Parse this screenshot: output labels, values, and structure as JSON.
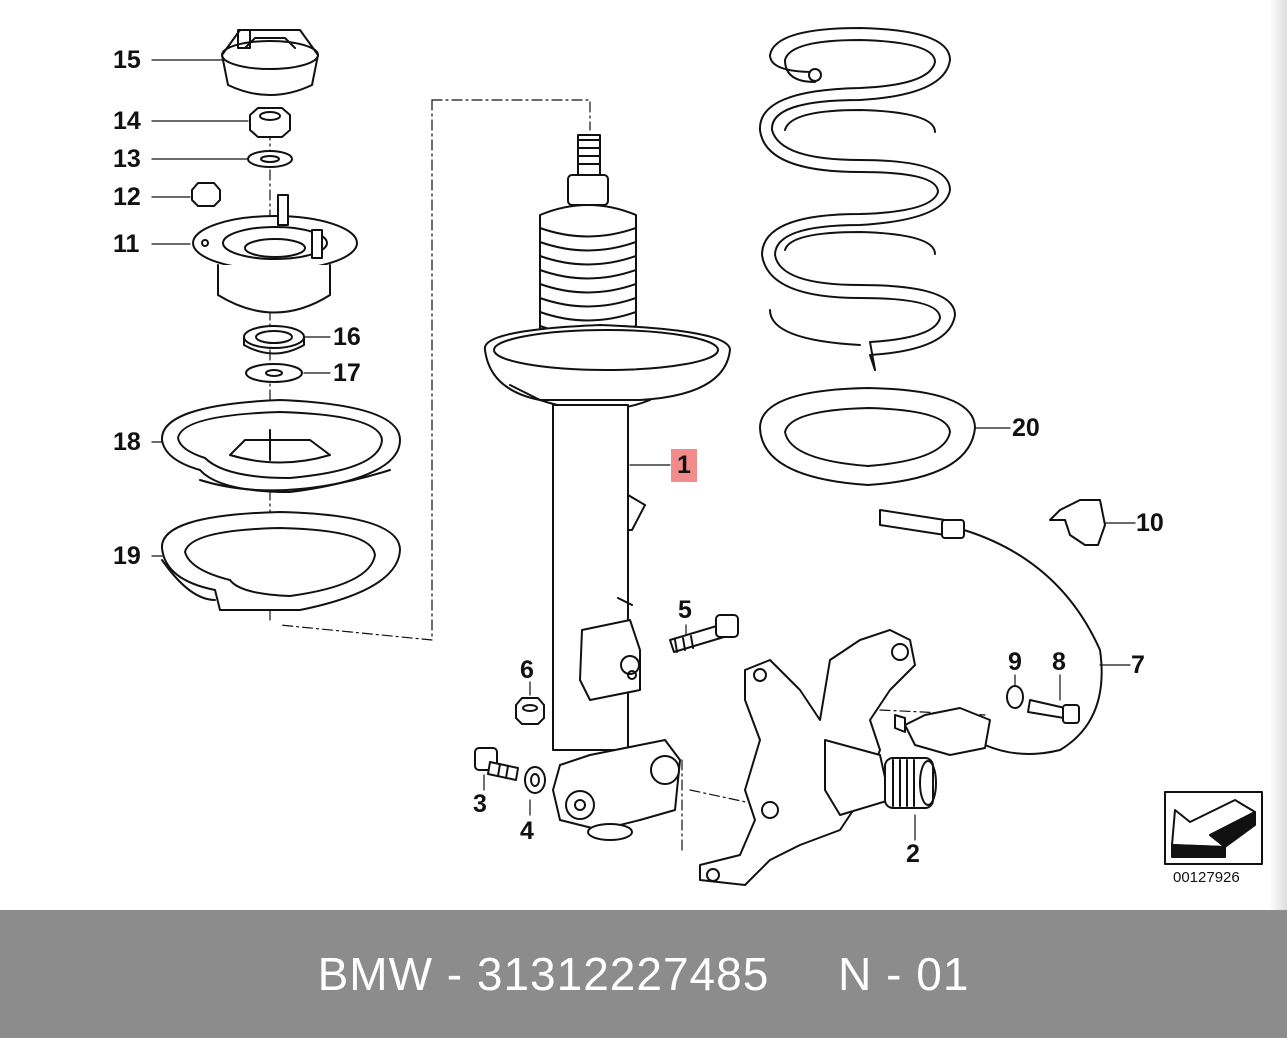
{
  "diagram": {
    "callouts": [
      {
        "id": "1",
        "text": "1",
        "highlighted": true
      },
      {
        "id": "2",
        "text": "2"
      },
      {
        "id": "3",
        "text": "3"
      },
      {
        "id": "4",
        "text": "4"
      },
      {
        "id": "5",
        "text": "5"
      },
      {
        "id": "6",
        "text": "6"
      },
      {
        "id": "7",
        "text": "7"
      },
      {
        "id": "8",
        "text": "8"
      },
      {
        "id": "9",
        "text": "9"
      },
      {
        "id": "10",
        "text": "10"
      },
      {
        "id": "11",
        "text": "11"
      },
      {
        "id": "12",
        "text": "12"
      },
      {
        "id": "13",
        "text": "13"
      },
      {
        "id": "14",
        "text": "14"
      },
      {
        "id": "15",
        "text": "15"
      },
      {
        "id": "16",
        "text": "16"
      },
      {
        "id": "17",
        "text": "17"
      },
      {
        "id": "18",
        "text": "18"
      },
      {
        "id": "19",
        "text": "19"
      },
      {
        "id": "20",
        "text": "20"
      }
    ],
    "catalog_number": "00127926",
    "highlight_color": "#f28b8b"
  },
  "footer": {
    "brand": "BMW",
    "part_number": "31312227485",
    "suffix": "N - 01",
    "text": "BMW - 31312227485     N - 01",
    "background": "#8c8c8c"
  }
}
